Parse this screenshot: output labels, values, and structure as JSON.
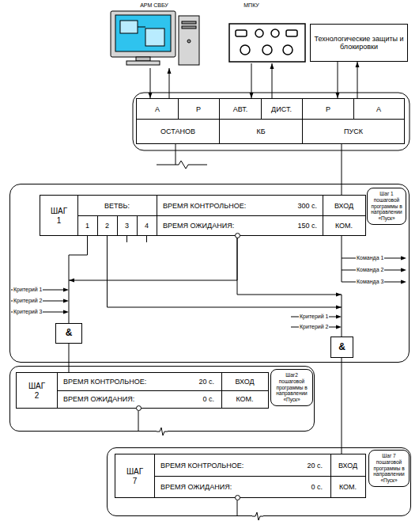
{
  "diagram": {
    "nodes": [
      {
        "text": [
          "АРМ СВБУ"
        ]
      },
      {
        "text": [
          "МПКУ"
        ]
      },
      {
        "text": [
          "Технологические защиты и блокировки"
        ]
      },
      {
        "text": [
          "А",
          "Р",
          "ОСТАНОВ"
        ]
      },
      {
        "text": [
          "АВТ.",
          "ДИСТ.",
          "КБ"
        ]
      },
      {
        "text": [
          "Р",
          "А",
          "ПУСК"
        ]
      },
      {
        "text": [
          "Шаг 1 пошаговой программы в направлении «Пуск»"
        ]
      },
      {
        "text": [
          "ШАГ 1",
          "ВЕТВЬ:",
          "ВРЕМЯ КОНТРОЛЬНОЕ:",
          "300 с.",
          "ВХОД",
          "1",
          "2",
          "3",
          "4",
          "ВРЕМЯ ОЖИДАНИЯ:",
          "150 с.",
          "КОМ."
        ],
        "in": 6
      },
      {
        "text": [
          "&"
        ],
        "in": 6
      },
      {
        "text": [
          "&"
        ],
        "in": 6
      },
      {
        "text": [
          "Шаг2 пошаговой программы в направлении «Пуск»"
        ]
      },
      {
        "text": [
          "ШАГ 2",
          "ВРЕМЯ КОНТРОЛЬНОЕ:",
          "20 с.",
          "ВХОД",
          "ВРЕМЯ ОЖИДАНИЯ:",
          "0 с.",
          "КОМ."
        ],
        "in": 10
      },
      {
        "text": [
          "Шаг 7 пошаговой программы в направлении «Пуск»"
        ]
      },
      {
        "text": [
          "ШАГ 7",
          "ВРЕМЯ КОНТРОЛЬНОЕ:",
          "20 с.",
          "ВХОД",
          "ВРЕМЯ ОЖИДАНИЯ:",
          "0 с.",
          "КОМ."
        ],
        "in": 12
      }
    ],
    "edges": [
      {
        "from": 0,
        "to": 3,
        "arrow": "to"
      },
      {
        "from": 3,
        "to": 0,
        "arrow": "to"
      },
      {
        "from": 1,
        "to": 4,
        "arrow": "to"
      },
      {
        "from": 4,
        "to": 1,
        "arrow": "to"
      },
      {
        "from": 2,
        "to": 5,
        "arrow": "to"
      },
      {
        "from": 5,
        "to": 2,
        "arrow": "to"
      },
      {
        "from": 5,
        "to": 7,
        "arrow": "none"
      },
      {
        "from": 7,
        "to": 8,
        "arrow": "to"
      },
      {
        "from": 7,
        "to": 9,
        "arrow": "to"
      },
      {
        "from": 8,
        "to": 11,
        "arrow": "none"
      },
      {
        "from": 9,
        "to": 13,
        "arrow": "none"
      }
    ],
    "labels": [
      "Команда 1",
      "Команда 2",
      "Команда 3",
      "Критерий 1",
      "Критерий 2",
      "Критерий 3",
      "Критерий 1",
      "Критерий 2"
    ]
  }
}
